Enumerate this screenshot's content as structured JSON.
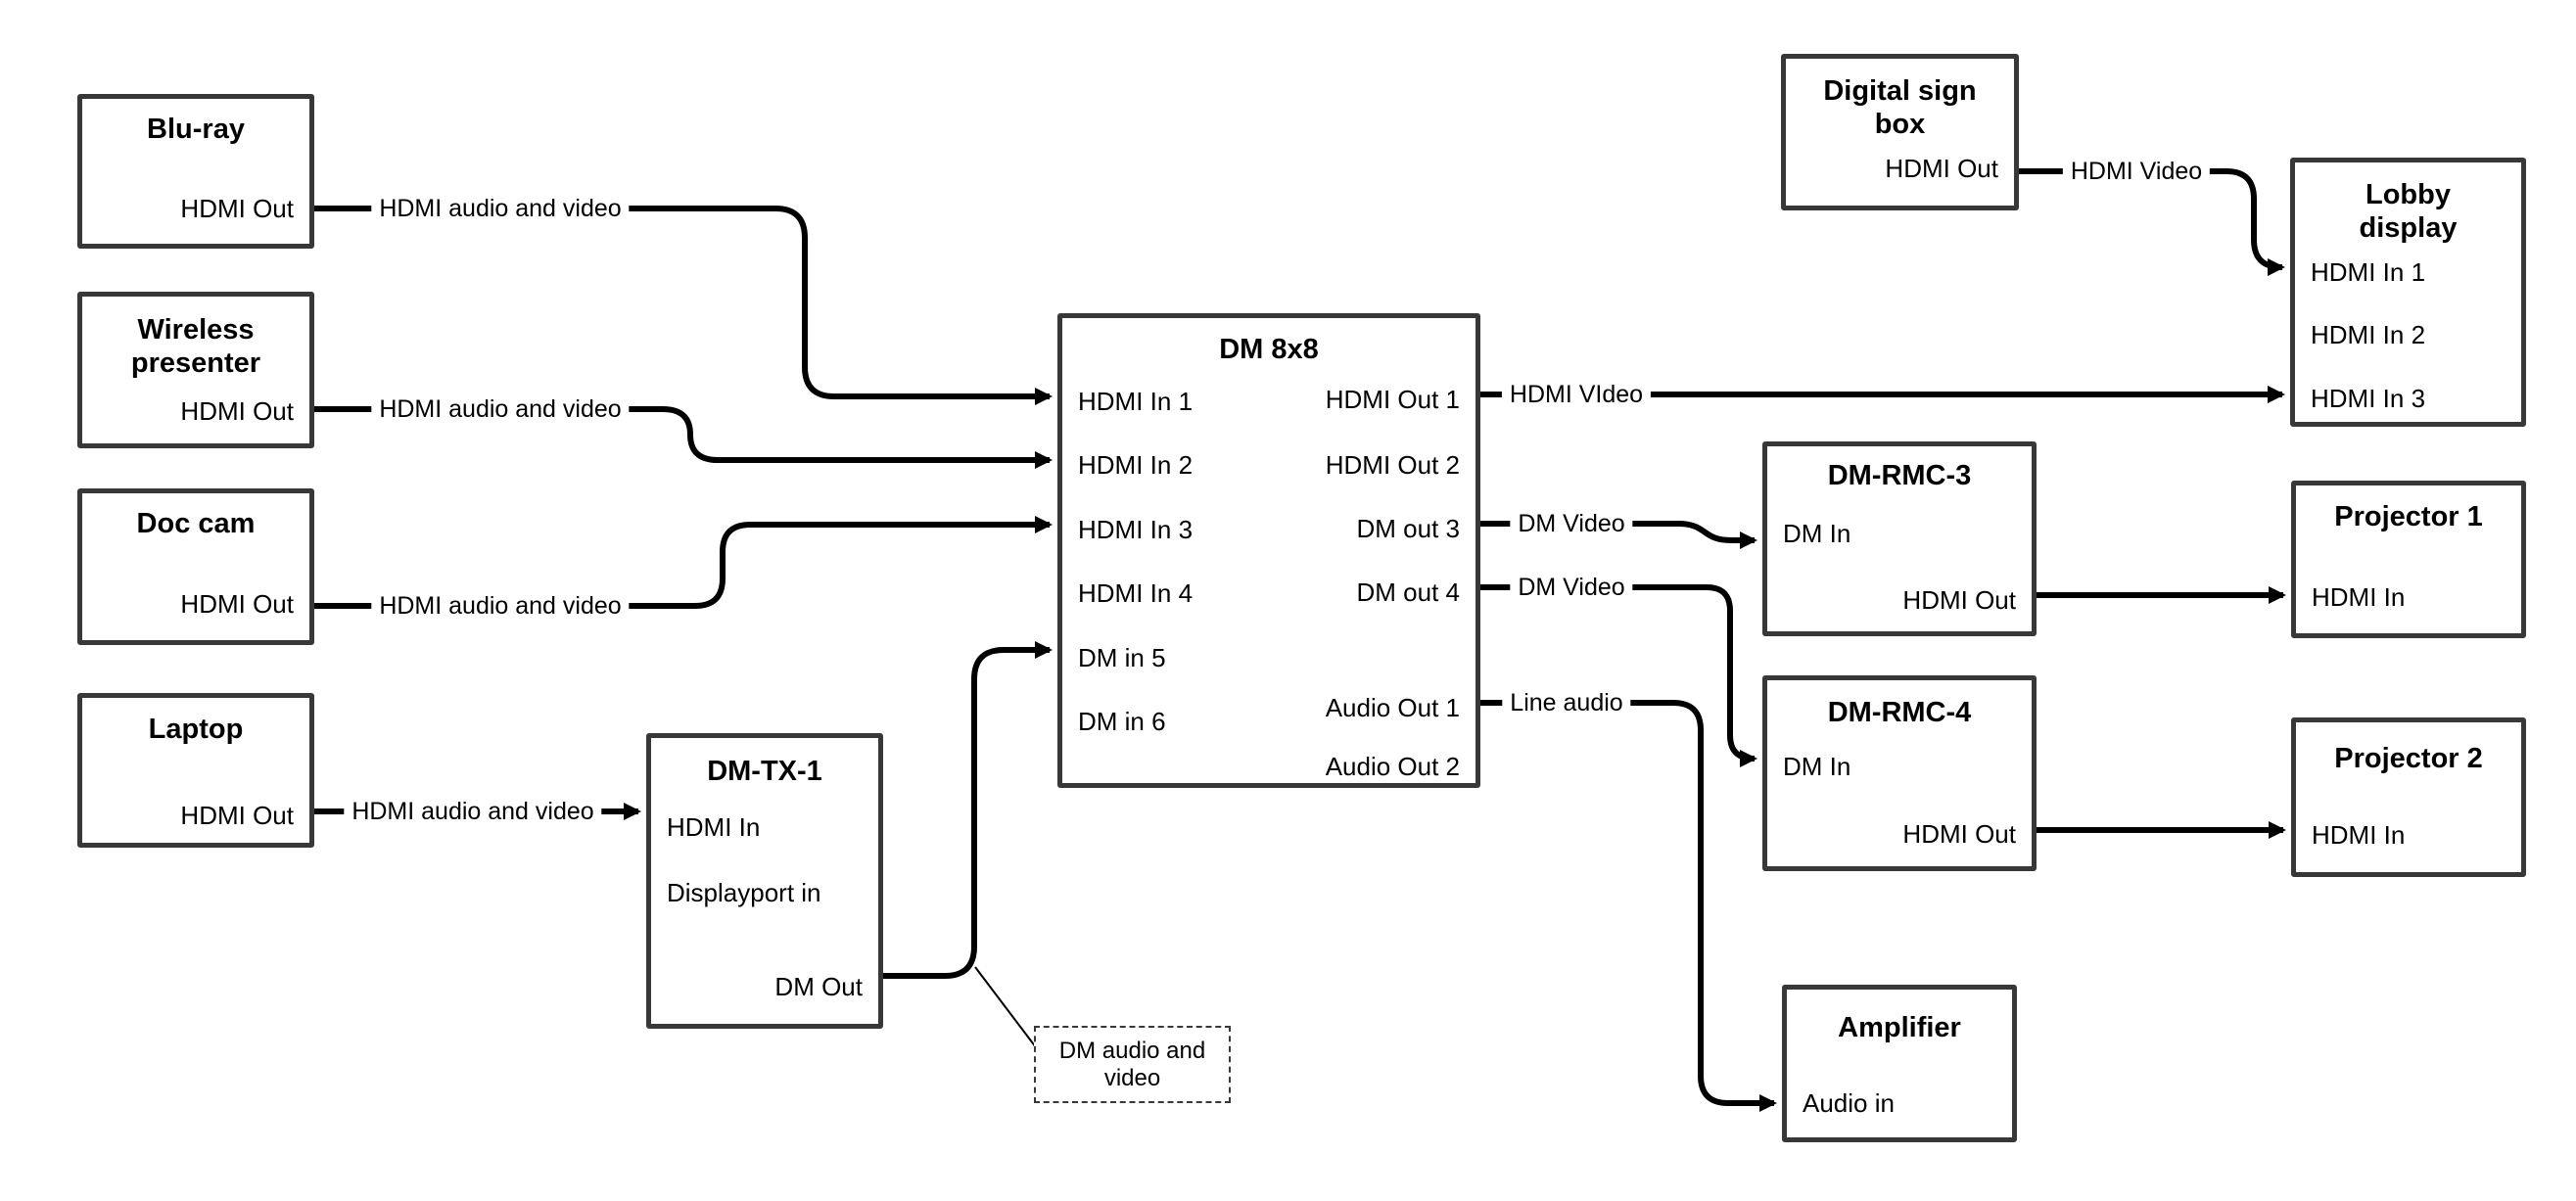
{
  "colors": {
    "line": "#000000",
    "box_border": "#383838",
    "text": "#000000",
    "background": "#ffffff"
  },
  "nodes": {
    "bluray": {
      "title": "Blu-ray",
      "ports": {
        "out": "HDMI Out"
      }
    },
    "wireless": {
      "title": "Wireless presenter",
      "ports": {
        "out": "HDMI Out"
      }
    },
    "doccam": {
      "title": "Doc cam",
      "ports": {
        "out": "HDMI Out"
      }
    },
    "laptop": {
      "title": "Laptop",
      "ports": {
        "out": "HDMI Out"
      }
    },
    "dmtx1": {
      "title": "DM-TX-1",
      "ports": {
        "hdmi_in": "HDMI In",
        "dp_in": "Displayport in",
        "dm_out": "DM Out"
      }
    },
    "dm8x8": {
      "title": "DM 8x8",
      "ports": {
        "in1": "HDMI In 1",
        "in2": "HDMI In 2",
        "in3": "HDMI In 3",
        "in4": "HDMI In 4",
        "in5": "DM in 5",
        "in6": "DM in 6",
        "out1": "HDMI Out 1",
        "out2": "HDMI Out 2",
        "out3": "DM out 3",
        "out4": "DM out 4",
        "aout1": "Audio Out 1",
        "aout2": "Audio Out 2"
      }
    },
    "signbox": {
      "title": "Digital sign box",
      "ports": {
        "out": "HDMI Out"
      }
    },
    "lobby": {
      "title": "Lobby display",
      "ports": {
        "in1": "HDMI In 1",
        "in2": "HDMI In 2",
        "in3": "HDMI In 3"
      }
    },
    "rmc3": {
      "title": "DM-RMC-3",
      "ports": {
        "dm_in": "DM In",
        "hdmi_out": "HDMI Out"
      }
    },
    "rmc4": {
      "title": "DM-RMC-4",
      "ports": {
        "dm_in": "DM In",
        "hdmi_out": "HDMI Out"
      }
    },
    "proj1": {
      "title": "Projector 1",
      "ports": {
        "in": "HDMI In"
      }
    },
    "proj2": {
      "title": "Projector 2",
      "ports": {
        "in": "HDMI In"
      }
    },
    "amp": {
      "title": "Amplifier",
      "ports": {
        "in": "Audio in"
      }
    }
  },
  "edge_labels": {
    "bluray_hdmi": "HDMI audio and video",
    "wireless_hdmi": "HDMI audio and video",
    "doccam_hdmi": "HDMI audio and video",
    "laptop_hdmi": "HDMI audio and video",
    "out1_video": "HDMI VIdeo",
    "out3_video": "DM Video",
    "out4_video": "DM Video",
    "aout1_audio": "Line audio",
    "sign_video": "HDMI Video",
    "callout": "DM audio and video"
  }
}
